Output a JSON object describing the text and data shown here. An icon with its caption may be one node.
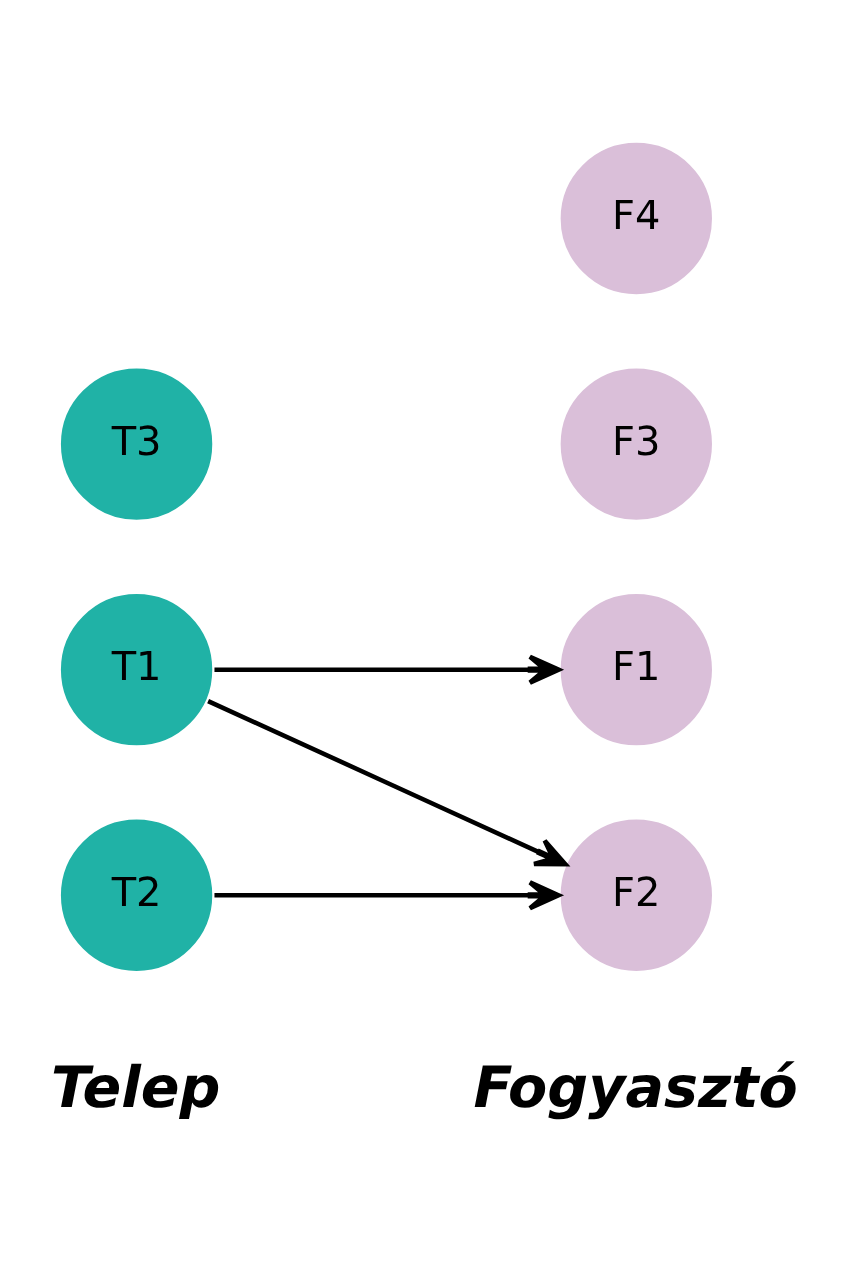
{
  "diagram": {
    "nodes": [
      {
        "text": [
          "T1"
        ]
      },
      {
        "text": [
          "T2"
        ]
      },
      {
        "text": [
          "T3"
        ]
      },
      {
        "text": [
          "F1"
        ]
      },
      {
        "text": [
          "F2"
        ]
      },
      {
        "text": [
          "F3"
        ]
      },
      {
        "text": [
          "F4"
        ]
      }
    ],
    "edges": [
      {
        "from": 0,
        "to": 3,
        "arrow": "to"
      },
      {
        "from": 0,
        "to": 4,
        "arrow": "to"
      },
      {
        "from": 1,
        "to": 4,
        "arrow": "to"
      }
    ],
    "labels": [
      "Telep",
      "Fogyasztó"
    ]
  }
}
